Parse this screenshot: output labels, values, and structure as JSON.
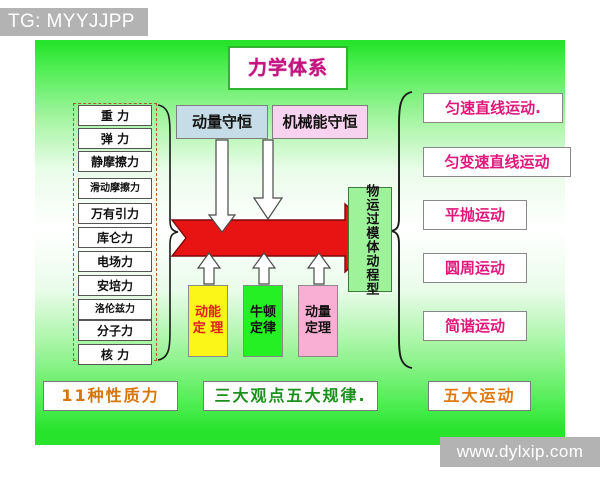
{
  "watermarks": {
    "top": "TG: MYYJJPP",
    "bottom": "www.dylxip.com"
  },
  "slide": {
    "title": "力学体系",
    "title_color": "#c4157e",
    "background_color": "#27e32b"
  },
  "force_list": {
    "items": [
      {
        "label": "重  力",
        "size": "normal"
      },
      {
        "label": "弹  力",
        "size": "normal"
      },
      {
        "label": "静摩擦力",
        "size": "normal"
      },
      {
        "label": "滑动摩擦力",
        "size": "small"
      },
      {
        "label": "万有引力",
        "size": "normal"
      },
      {
        "label": "库仑力",
        "size": "normal"
      },
      {
        "label": "电场力",
        "size": "normal"
      },
      {
        "label": "安培力",
        "size": "normal"
      },
      {
        "label": "洛伦兹力",
        "size": "small"
      },
      {
        "label": "分子力",
        "size": "normal"
      },
      {
        "label": "核  力",
        "size": "normal"
      }
    ]
  },
  "conservation": {
    "momentum": "动量守恒",
    "momentum_color": "#c6dce6",
    "mechanical_energy": "机械能守恒",
    "mechanical_energy_color": "#f8d3ef"
  },
  "laws": [
    {
      "line1": "动能",
      "line2": "定 理",
      "bg": "#fbf518",
      "fg": "#e02020"
    },
    {
      "line1": "牛顿",
      "line2": "定律",
      "bg": "#24f024",
      "fg": "#111111"
    },
    {
      "line1": "动量",
      "line2": "定理",
      "bg": "#f9aed4",
      "fg": "#111111"
    }
  ],
  "model": {
    "label": "物运过模体动程型",
    "col1": "物运过模",
    "col2": "体动程型",
    "full": "物体运动过程模型",
    "bg": "#9ef29a"
  },
  "motions": {
    "items": [
      {
        "label": "匀速直线运动."
      },
      {
        "label": "匀变速直线运动"
      },
      {
        "label": "平抛运动"
      },
      {
        "label": "圆周运动"
      },
      {
        "label": "简谐运动"
      }
    ],
    "color": "#e0187b"
  },
  "summaries": {
    "forces": "11种性质力",
    "laws": "三大观点五大规律.",
    "motions": "五大运动"
  }
}
